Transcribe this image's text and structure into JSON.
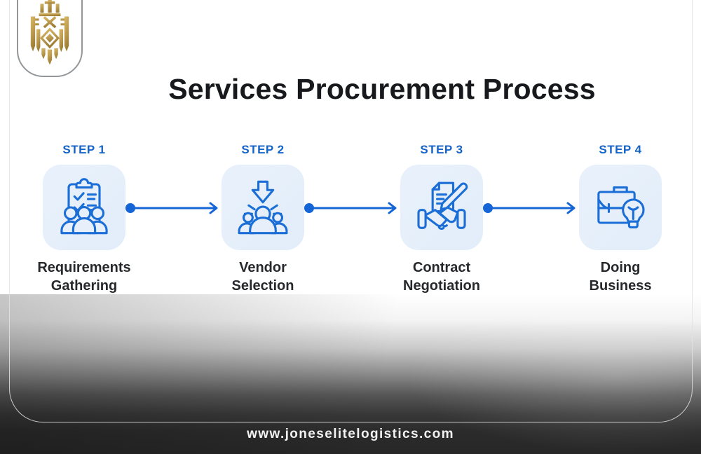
{
  "header": {
    "title": "Services Procurement Process"
  },
  "steps": [
    {
      "label": "STEP 1",
      "title_line1": "Requirements",
      "title_line2": "Gathering",
      "icon": "clipboard-checklist-team-icon"
    },
    {
      "label": "STEP 2",
      "title_line1": "Vendor",
      "title_line2": "Selection",
      "icon": "vendor-selection-person-icon"
    },
    {
      "label": "STEP 3",
      "title_line1": "Contract",
      "title_line2": "Negotiation",
      "icon": "contract-handshake-icon"
    },
    {
      "label": "STEP 4",
      "title_line1": "Doing",
      "title_line2": "Business",
      "icon": "briefcase-lightbulb-icon"
    }
  ],
  "footer": {
    "website": "www.joneselitelogistics.com"
  },
  "colors": {
    "accent_blue": "#1464c8",
    "icon_stroke": "#1b6ed6",
    "icon_box_bg": "#e6effa",
    "connector_blue": "#1565d6",
    "title_text": "#17191c",
    "label_text": "#26282b",
    "logo_gold": "#bb9a4d",
    "footer_background": "#272727",
    "footer_text": "#f2f2f2"
  }
}
